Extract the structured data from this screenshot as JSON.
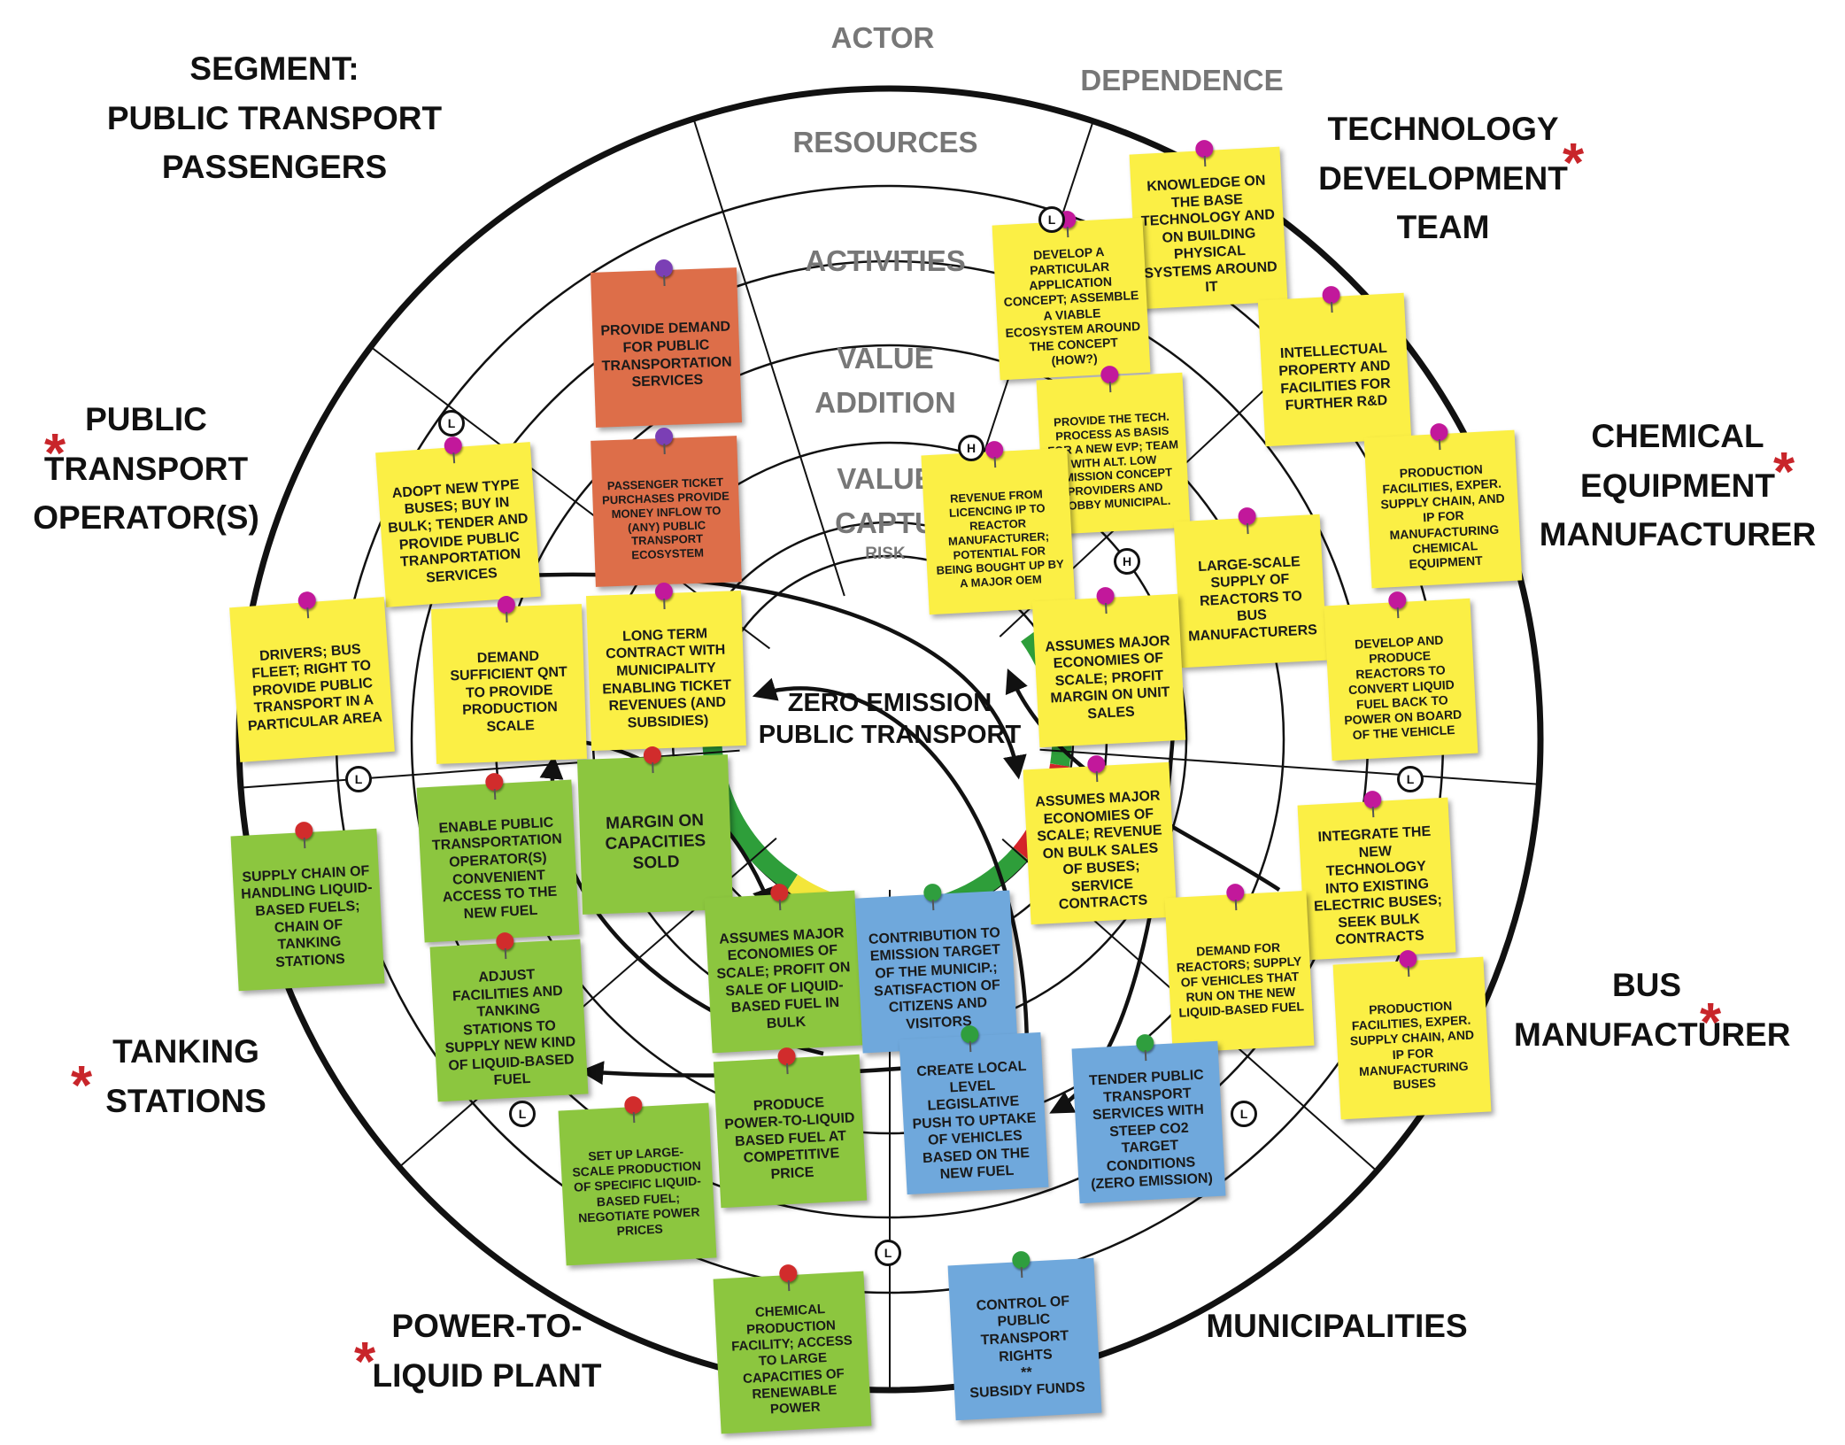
{
  "rings": {
    "actor": "ACTOR",
    "dependence": "DEPENDENCE",
    "resources": "RESOURCES",
    "activities": "ACTIVITIES",
    "value_addition": "VALUE\nADDITION",
    "value_capture": "VALUE\nCAPTU",
    "risk": "RISK"
  },
  "center": {
    "label": "ZERO EMISSION\nPUBLIC TRANSPORT"
  },
  "actors": {
    "segment": "SEGMENT:\nPUBLIC TRANSPORT\nPASSENGERS",
    "technology_development_team": "TECHNOLOGY\nDEVELOPMENT\nTEAM",
    "chemical_equipment_manufacturer": "CHEMICAL\nEQUIPMENT\nMANUFACTURER",
    "bus_manufacturer": "BUS\nMANUFACTURER",
    "municipalities": "MUNICIPALITIES",
    "power_to_liquid_plant": "POWER-TO-\nLIQUID PLANT",
    "tanking_stations": "TANKING\nSTATIONS",
    "public_transport_operators": "PUBLIC\nTRANSPORT\nOPERATOR(S)",
    "star": "*"
  },
  "notes": {
    "provide_demand": "PROVIDE DEMAND FOR PUBLIC TRANSPORTATION SERVICES",
    "passenger_ticket": "PASSENGER TICKET PURCHASES PROVIDE MONEY INFLOW TO (ANY) PUBLIC TRANSPORT ECOSYSTEM",
    "knowledge": "KNOWLEDGE ON THE BASE TECHNOLOGY AND ON BUILDING PHYSICAL SYSTEMS AROUND IT",
    "develop_concept": "DEVELOP A PARTICULAR APPLICATION CONCEPT; ASSEMBLE A VIABLE ECOSYSTEM AROUND THE CONCEPT (HOW?)",
    "provide_tech": "PROVIDE THE TECH. PROCESS AS BASIS FOR A NEW EVP; TEAM WITH ALT. LOW EMISSION CONCEPT PROVIDERS AND LOBBY MUNICIPAL.",
    "ip_facilities": "INTELLECTUAL PROPERTY AND FACILITIES FOR FURTHER R&D",
    "revenue_licencing": "REVENUE FROM LICENCING IP TO REACTOR MANUFACTURER; POTENTIAL FOR BEING BOUGHT UP BY A MAJOR OEM",
    "production_chemical": "PRODUCTION FACILITIES, EXPER. SUPPLY CHAIN, AND IP FOR MANUFACTURING CHEMICAL EQUIPMENT",
    "large_scale_supply": "LARGE-SCALE SUPPLY OF REACTORS TO BUS MANUFACTURERS",
    "develop_reactors": "DEVELOP AND PRODUCE REACTORS TO CONVERT LIQUID FUEL BACK TO POWER ON BOARD OF THE VEHICLE",
    "assumes_unit_sales": "ASSUMES MAJOR ECONOMIES OF SCALE; PROFIT MARGIN ON UNIT SALES",
    "adopt_buses": "ADOPT NEW TYPE BUSES; BUY IN BULK; TENDER AND PROVIDE PUBLIC TRANPORTATION SERVICES",
    "drivers": "DRIVERS; BUS FLEET; RIGHT TO PROVIDE PUBLIC TRANSPORT IN A PARTICULAR AREA",
    "demand_sufficient": "DEMAND SUFFICIENT QNT TO PROVIDE PRODUCTION SCALE",
    "long_term": "LONG TERM CONTRACT WITH MUNICIPALITY ENABLING TICKET REVENUES (AND SUBSIDIES)",
    "assumes_bulk_buses": "ASSUMES MAJOR ECONOMIES OF SCALE; REVENUE ON BULK SALES OF BUSES; SERVICE CONTRACTS",
    "integrate": "INTEGRATE THE NEW TECHNOLOGY INTO EXISTING ELECTRIC BUSES; SEEK BULK CONTRACTS",
    "demand_reactors": "DEMAND FOR REACTORS; SUPPLY OF VEHICLES THAT RUN ON THE NEW LIQUID-BASED FUEL",
    "production_buses": "PRODUCTION FACILITIES, EXPER. SUPPLY CHAIN, AND IP FOR MANUFACTURING BUSES",
    "enable_operators": "ENABLE PUBLIC TRANSPORTATION OPERATOR(S) CONVENIENT ACCESS TO THE NEW FUEL",
    "margin_capacities": "MARGIN ON CAPACITIES SOLD",
    "supply_chain_liquid": "SUPPLY CHAIN OF HANDLING LIQUID-BASED FUELS; CHAIN OF TANKING STATIONS",
    "adjust_facilities": "ADJUST FACILITIES AND TANKING STATIONS TO SUPPLY NEW KIND OF LIQUID-BASED FUEL",
    "assumes_liquid": "ASSUMES MAJOR ECONOMIES OF SCALE; PROFIT ON SALE OF LIQUID-BASED FUEL IN BULK",
    "contribution": "CONTRIBUTION TO EMISSION TARGET OF THE MUNICIP.; SATISFACTION OF CITIZENS AND VISITORS",
    "produce_ptl": "PRODUCE POWER-TO-LIQUID BASED FUEL AT COMPETITIVE PRICE",
    "create_legislative": "CREATE LOCAL LEVEL LEGISLATIVE PUSH TO UPTAKE OF VEHICLES BASED ON THE NEW FUEL",
    "tender_services": "TENDER PUBLIC TRANSPORT SERVICES WITH STEEP CO2 TARGET CONDITIONS (ZERO EMISSION)",
    "set_up": "SET UP LARGE-SCALE PRODUCTION OF SPECIFIC LIQUID-BASED FUEL; NEGOTIATE POWER PRICES",
    "chemical_facility": "CHEMICAL PRODUCTION FACILITY; ACCESS TO LARGE CAPACITIES OF RENEWABLE POWER",
    "control_rights": "CONTROL OF PUBLIC TRANSPORT RIGHTS\n**\nSUBSIDY FUNDS"
  },
  "badges": {
    "low": "L",
    "high": "H"
  },
  "colors": {
    "yellow_note": "#fbef45",
    "red_note": "#dd6e49",
    "green_note": "#8cc63f",
    "blue_note": "#6fa8dc",
    "star": "#c8252a",
    "risk_green": "#2e9e3a",
    "risk_yellow": "#f3e63a",
    "risk_red": "#d5242a"
  }
}
